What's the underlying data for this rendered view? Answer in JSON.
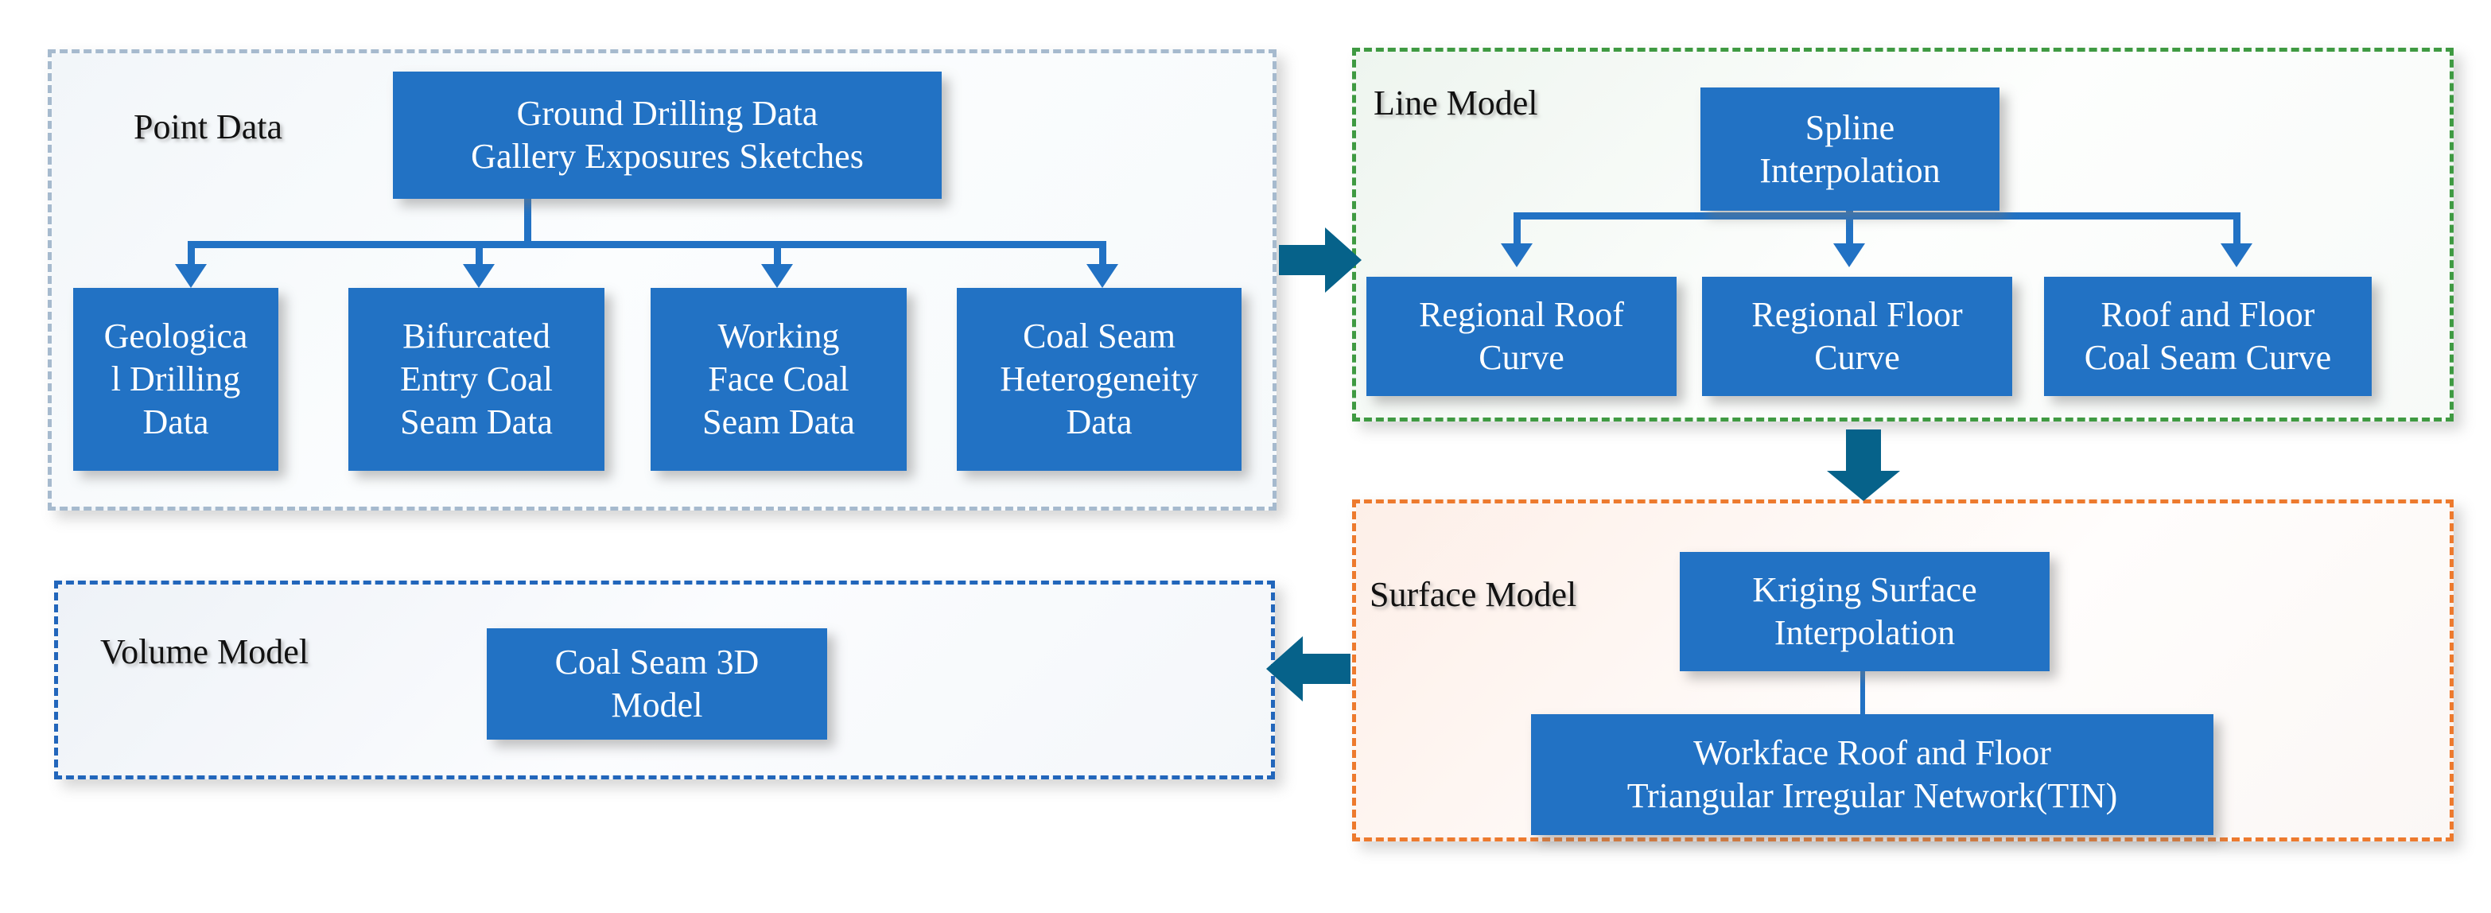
{
  "diagram": {
    "title_fragment": "",
    "colors": {
      "node_blue": "#2272C4",
      "connector_blue": "#2272C4",
      "block_arrow_teal": "#06628A",
      "panel_point_border": "#A6BACE",
      "panel_line_border": "#3F9A42",
      "panel_surface_border": "#ED7A2E",
      "panel_volume_border": "#2266BB"
    }
  },
  "panels": {
    "point": {
      "label": "Point Data",
      "root": "Ground Drilling Data\nGallery Exposures Sketches",
      "children": [
        "Geologica\nl Drilling\nData",
        "Bifurcated\nEntry Coal\nSeam Data",
        "Working\nFace Coal\nSeam Data",
        "Coal Seam\nHeterogeneity\nData"
      ]
    },
    "line": {
      "label": "Line Model",
      "root": "Spline\nInterpolation",
      "children": [
        "Regional Roof\nCurve",
        "Regional Floor\nCurve",
        "Roof and Floor\nCoal Seam Curve"
      ]
    },
    "surface": {
      "label": "Surface Model",
      "root": "Kriging Surface\nInterpolation",
      "children": [
        "Workface Roof and Floor\nTriangular Irregular Network(TIN)"
      ]
    },
    "volume": {
      "label": "Volume Model",
      "root": "Coal Seam 3D\nModel",
      "children": []
    }
  },
  "flow_arrows": [
    {
      "name": "point-to-line",
      "direction": "right",
      "from": "Point Data",
      "to": "Line Model"
    },
    {
      "name": "line-to-surface",
      "direction": "down",
      "from": "Line Model",
      "to": "Surface Model"
    },
    {
      "name": "surface-to-volume",
      "direction": "left",
      "from": "Surface Model",
      "to": "Volume Model"
    }
  ]
}
